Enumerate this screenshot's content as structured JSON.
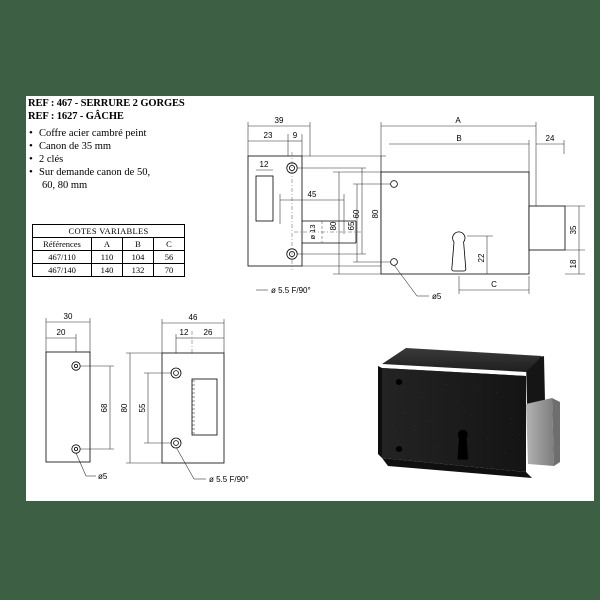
{
  "page": {
    "background_color": "#3d6044",
    "sheet_color": "#ffffff"
  },
  "product": {
    "ref_line_1": "REF : 467 - SERRURE 2 GORGES",
    "ref_line_2": "REF : 1627 - GÂCHE",
    "features": [
      "Coffre acier cambré peint",
      "Canon de 35 mm",
      "2 clés",
      "Sur demande canon de 50,"
    ],
    "feature_4_continuation": "60, 80 mm"
  },
  "table": {
    "title": "COTES VARIABLES",
    "headers": [
      "Références",
      "A",
      "B",
      "C"
    ],
    "rows": [
      [
        "467/110",
        "110",
        "104",
        "56"
      ],
      [
        "467/140",
        "140",
        "132",
        "70"
      ]
    ]
  },
  "drawing_strike": {
    "name": "gâche-front-view",
    "dims": {
      "width_total": "39",
      "width_a": "23",
      "width_b": "9",
      "slot_width": "12",
      "bolt_length": "45",
      "bolt_dia": "ø 13",
      "height_holes": "60",
      "height_total": "80"
    },
    "note": "ø 5.5 F/90°"
  },
  "drawing_lock": {
    "name": "serrure-front-view",
    "dims": {
      "width_total": "A",
      "width_body": "B",
      "bolt_throw": "24",
      "height_total": "80",
      "hole_spacing": "65",
      "bolt_height": "35",
      "bolt_offset": "18",
      "keyhole_height": "22",
      "keyhole_offset": "C"
    },
    "note": "ø5"
  },
  "drawing_plate": {
    "name": "plaque-side-view",
    "dims": {
      "width_total": "30",
      "hole_offset": "20",
      "hole_spacing": "68"
    },
    "note": "ø5"
  },
  "drawing_strike_face": {
    "name": "gache-face-view",
    "dims": {
      "width_total": "46",
      "width_a": "12",
      "width_b": "26",
      "hole_spacing": "55",
      "height_total": "80"
    },
    "note": "ø 5.5 F/90°"
  },
  "photo": {
    "name": "product-photo",
    "caption": "",
    "body_color": "#1a1a1a",
    "bolt_color": "#9a9a9a"
  }
}
